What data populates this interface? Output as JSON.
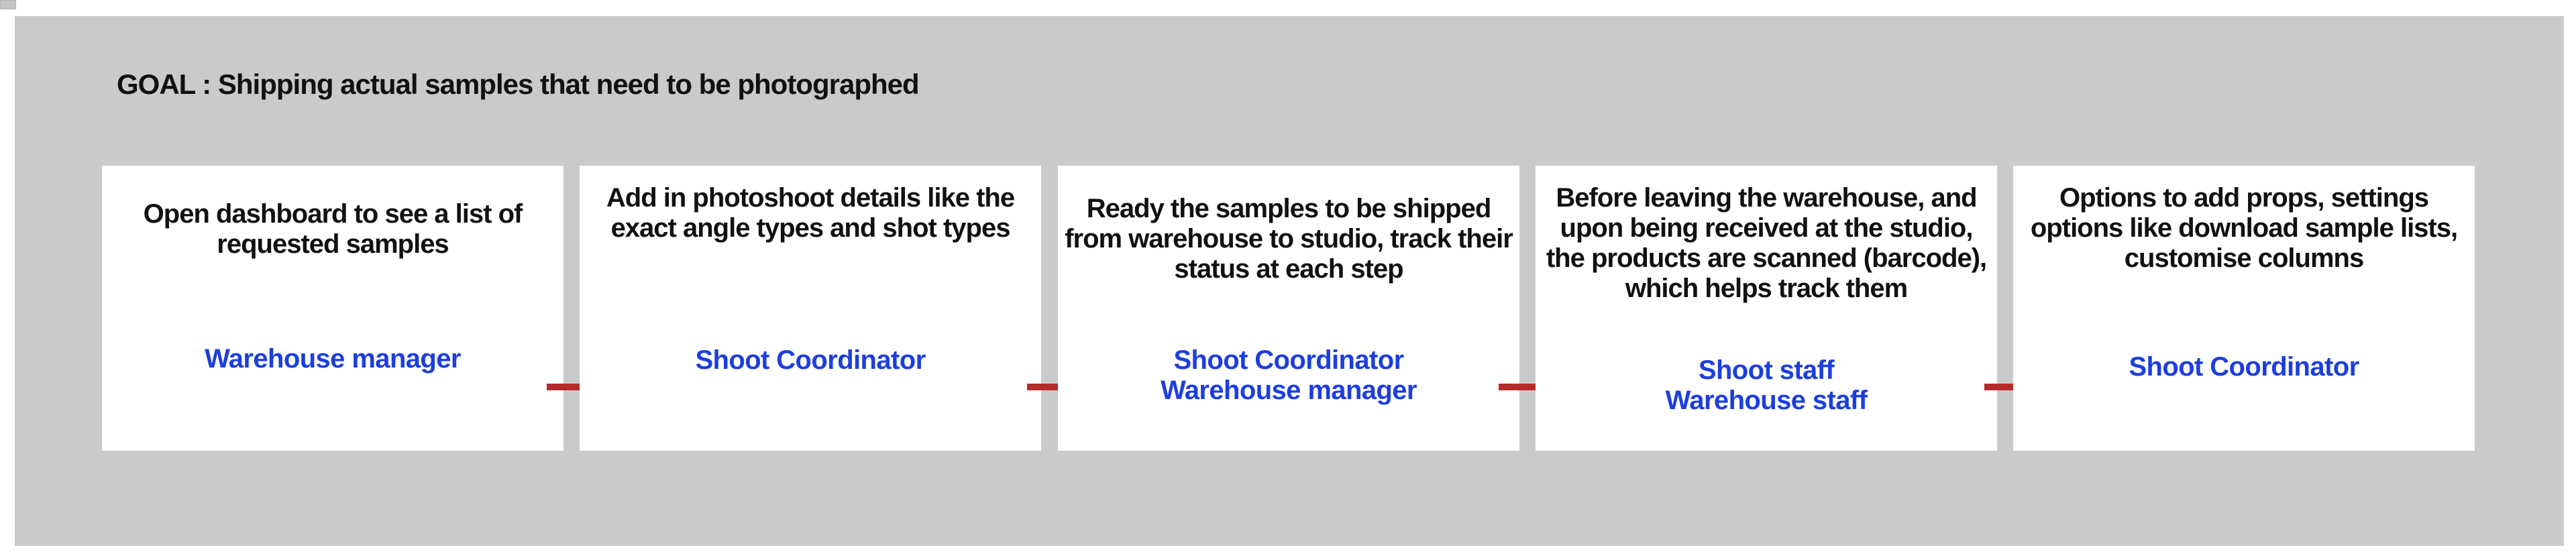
{
  "goal": "GOAL : Shipping actual samples that need to be photographed",
  "steps": [
    {
      "description": "Open dashboard to see a list of requested samples",
      "roles": [
        "Warehouse manager"
      ]
    },
    {
      "description": "Add in photoshoot details like the exact angle types and shot types",
      "roles": [
        "Shoot Coordinator"
      ]
    },
    {
      "description": "Ready the samples to be shipped from warehouse to studio, track their status at each step",
      "roles": [
        "Shoot Coordinator",
        "Warehouse manager"
      ]
    },
    {
      "description": "Before leaving the warehouse, and upon being received at the studio, the products are scanned (barcode), which helps track them",
      "roles": [
        "Shoot staff",
        "Warehouse staff"
      ]
    },
    {
      "description": "Options to add props, settings options like download sample lists, customise columns",
      "roles": [
        "Shoot Coordinator"
      ]
    }
  ],
  "colors": {
    "background": "#cacacc",
    "card": "#ffffff",
    "text": "#111111",
    "role": "#1c3ee0",
    "arrow": "#b52a2a"
  }
}
